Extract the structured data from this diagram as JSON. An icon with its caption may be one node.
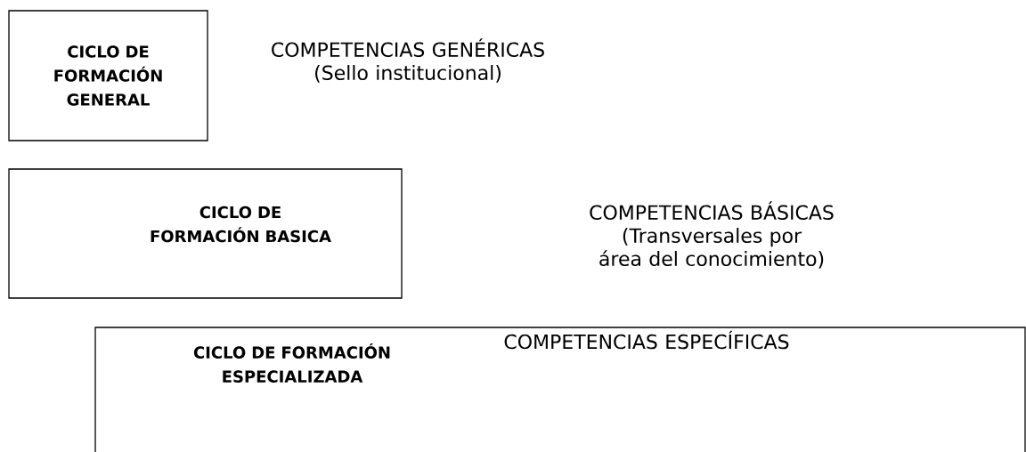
{
  "diagram": {
    "nodes": [
      {
        "text": [
          "CICLO DE FORMACIÓN GENERAL"
        ],
        "beside": [
          "COMPETENCIAS GENÉRICAS (Sello institucional)"
        ]
      },
      {
        "text": [
          "CICLO DE FORMACIÓN BASICA"
        ]
      },
      {
        "text": [
          "CICLO DE FORMACIÓN ESPECIALIZADA",
          "COMPETENCIAS ESPECÍFICAS"
        ]
      }
    ],
    "labels": [
      "COMPETENCIAS BÁSICAS (Transversales por área del conocimiento)"
    ]
  }
}
